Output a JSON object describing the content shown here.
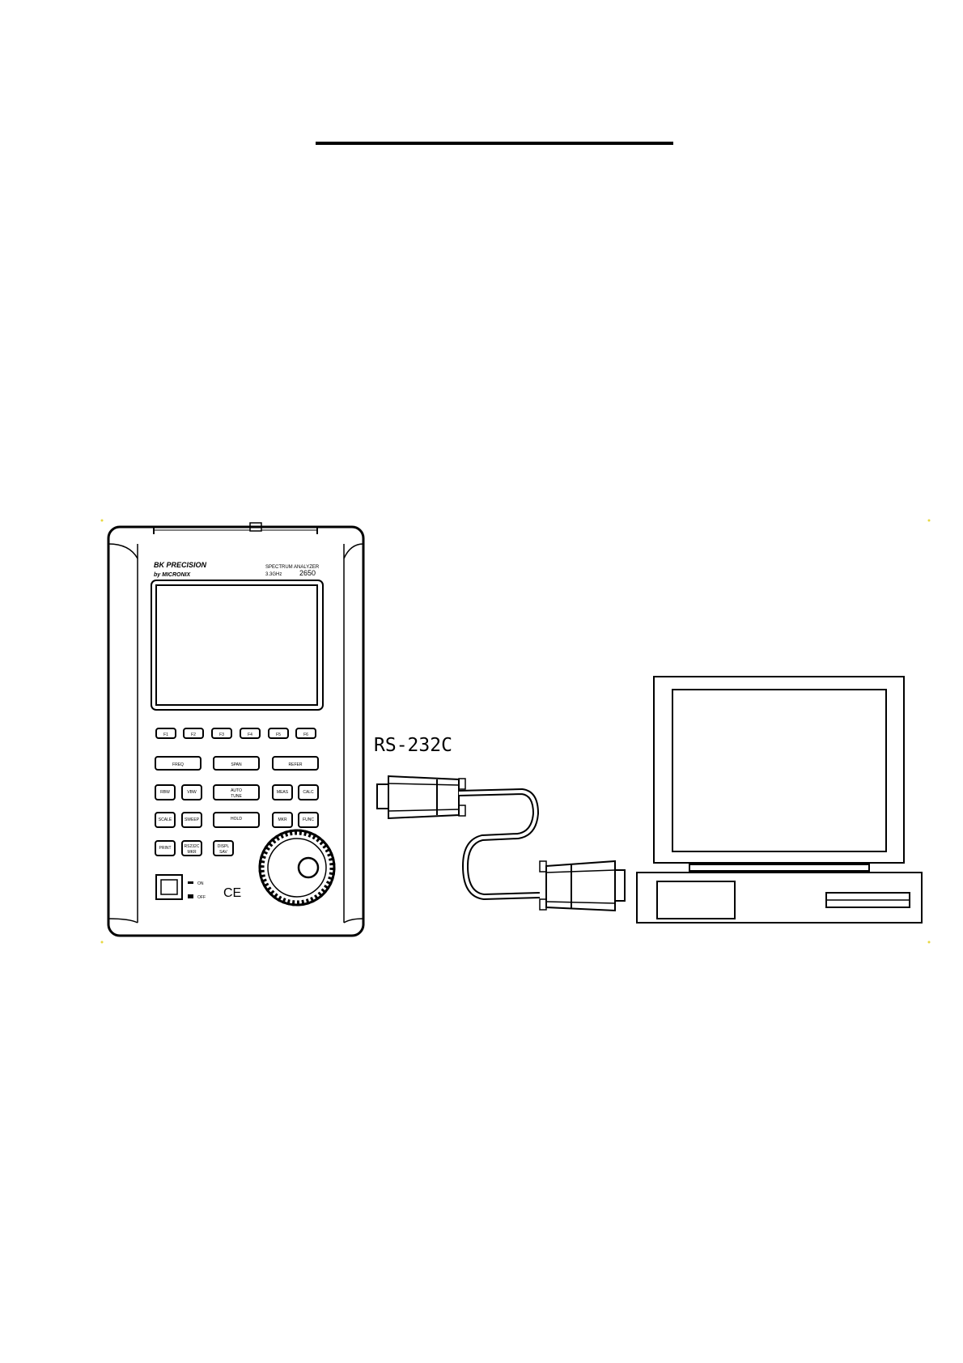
{
  "device": {
    "brand": "BK PRECISION",
    "maker": "by MICRONIX",
    "product_line1": "SPECTRUM ANALYZER",
    "product_line2": "3.3GHz",
    "model": "2650",
    "function_keys": [
      "F1",
      "F2",
      "F3",
      "F4",
      "F5",
      "F6"
    ],
    "row1_keys": [
      "FREQ",
      "SPAN",
      "REFER"
    ],
    "row2": {
      "rbw": "RBW",
      "vbw": "VBW",
      "auto_tune_1": "AUTO",
      "auto_tune_2": "TUNE",
      "meas": "MEAS",
      "calc": "CALC"
    },
    "row3": {
      "scale": "SCALE",
      "sweep": "SWEEP",
      "hold": "HOLD",
      "mkr": "MKR",
      "func": "FUNC"
    },
    "row4": {
      "print": "PRINT",
      "rs232c_1": "RS232C",
      "rs232c_2": "MKR",
      "displ_1": "DISPL",
      "displ_2": "SAV"
    },
    "power_on": "ON",
    "power_off": "OFF",
    "ce_mark": "CE"
  },
  "cable_label": "RS-232C",
  "icons": [
    "spectrum-analyzer-icon",
    "serial-cable-icon",
    "db9-connector-icon",
    "desktop-computer-icon",
    "monitor-icon",
    "rotary-knob-icon",
    "power-switch-icon",
    "ce-mark-icon"
  ]
}
